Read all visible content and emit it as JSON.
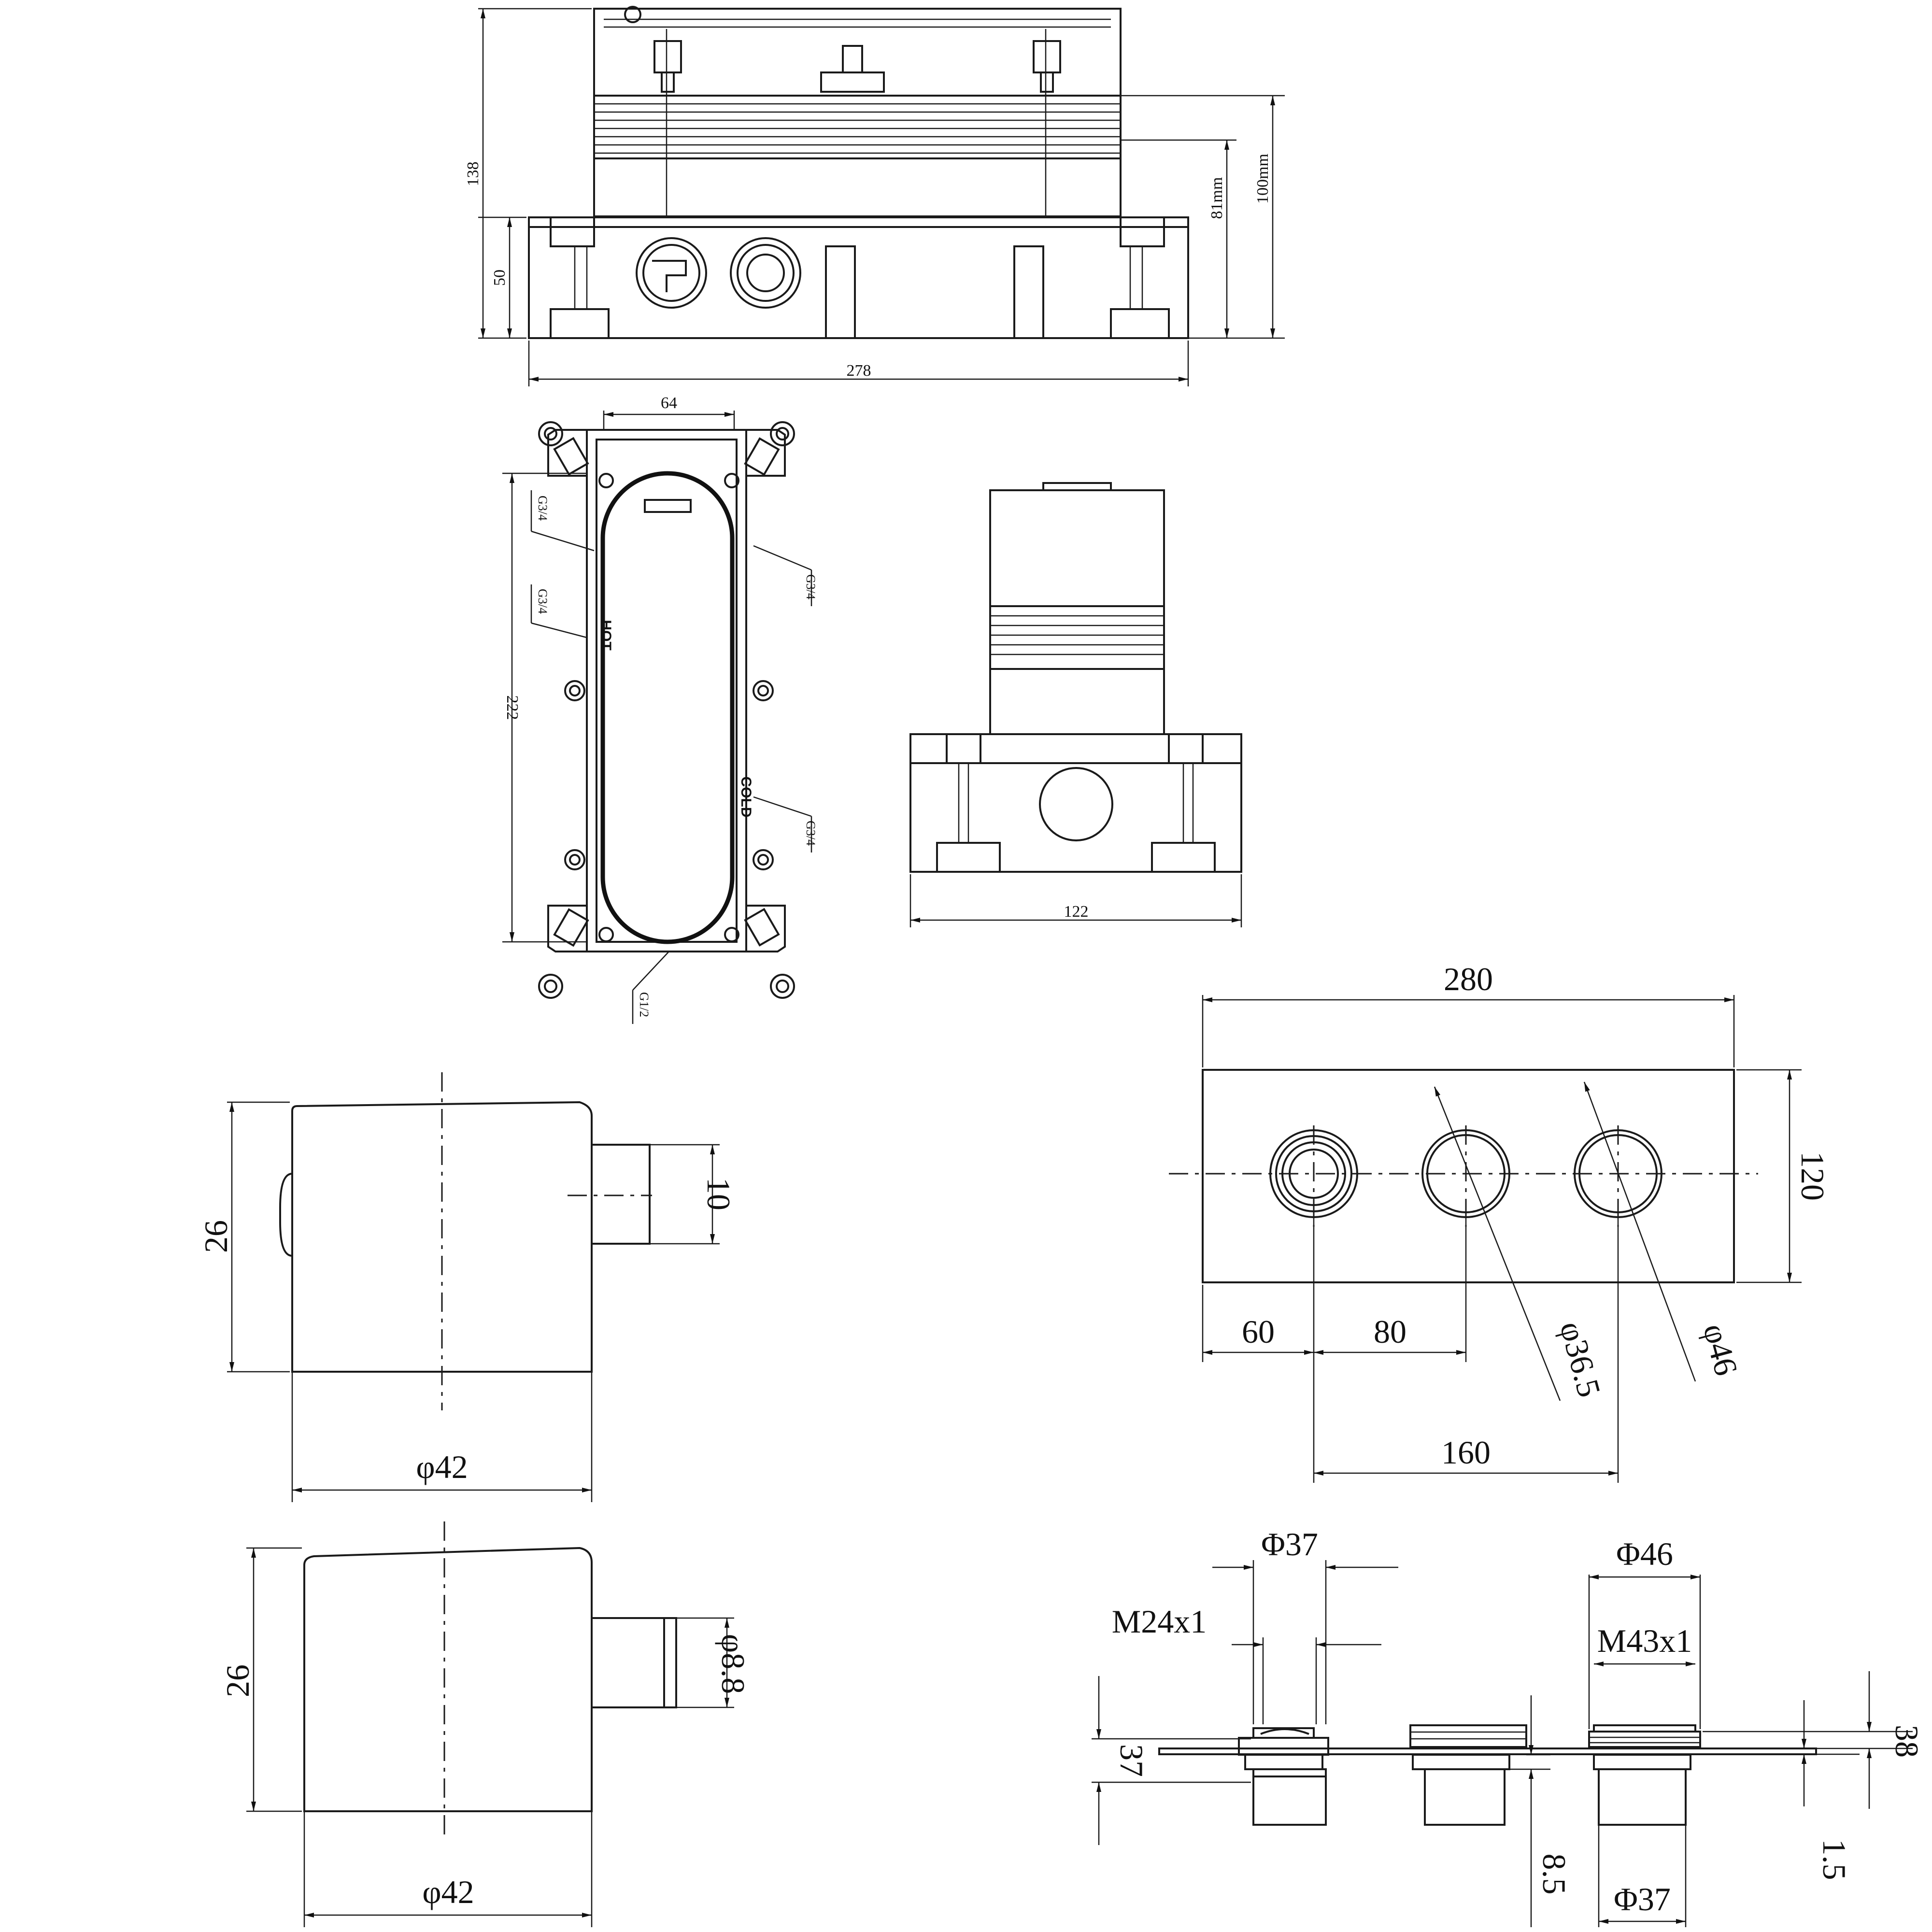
{
  "top_view": {
    "dim_height_total": "138",
    "dim_height_base": "50",
    "dim_width": "278",
    "dim_81": "81mm",
    "dim_100": "100mm"
  },
  "frame_view": {
    "dim_top": "64",
    "dim_height": "222",
    "port_left_top": "G3/4",
    "port_left_mid": "G3/4",
    "port_right_top": "G3/4",
    "port_right_bottom": "G3/4",
    "port_bottom": "G1/2",
    "label_hot": "HOT",
    "label_cold": "COLD"
  },
  "side_view": {
    "dim_width": "122"
  },
  "knob_view_1": {
    "dim_height": "26",
    "dim_stem": "10",
    "dim_diameter": "φ42"
  },
  "knob_view_2": {
    "dim_height": "26",
    "dim_stem": "φ8.8",
    "dim_diameter": "φ42"
  },
  "plate_view": {
    "dim_width": "280",
    "dim_height": "120",
    "dim_60": "60",
    "dim_80": "80",
    "dim_160": "160",
    "dim_hole_small": "φ36.5",
    "dim_hole_large": "φ46"
  },
  "section_view": {
    "dim_phi37_top": "Φ37",
    "dim_m24": "M24x1",
    "dim_phi46": "Φ46",
    "dim_m43": "M43x1",
    "dim_37": "37",
    "dim_38": "38",
    "dim_8_5": "8.5",
    "dim_1_5": "1.5",
    "dim_phi37_bottom": "Φ37"
  }
}
